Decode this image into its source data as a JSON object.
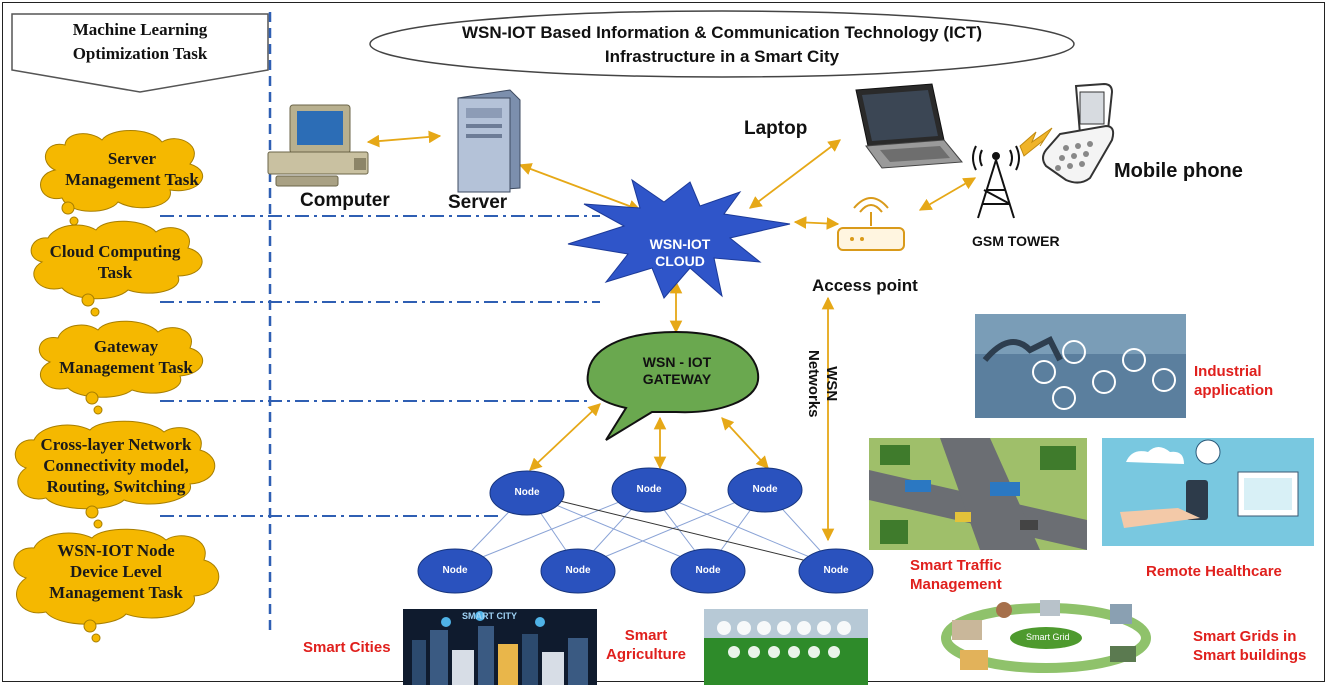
{
  "header": {
    "ml_box": "Machine Learning Optimization Task",
    "ml_line1": "Machine Learning",
    "ml_line2": "Optimization Task",
    "title_line1": "WSN-IOT Based Information & Communication Technology (ICT)",
    "title_line2": "Infrastructure in a  Smart City"
  },
  "ml_tasks": [
    {
      "line1": "Server",
      "line2": "Management Task",
      "line3": ""
    },
    {
      "line1": "Cloud Computing",
      "line2": "Task",
      "line3": ""
    },
    {
      "line1": "Gateway",
      "line2": "Management Task",
      "line3": ""
    },
    {
      "line1": "Cross-layer Network",
      "line2": "Connectivity model,",
      "line3": "Routing, Switching"
    },
    {
      "line1": "WSN-IOT Node",
      "line2": "Device Level",
      "line3": "Management Task"
    }
  ],
  "devices": {
    "computer": "Computer",
    "server": "Server",
    "laptop": "Laptop",
    "mobile": "Mobile phone",
    "gsm": "GSM TOWER",
    "access_point": "Access point",
    "wsn_networks_1": "WSN",
    "wsn_networks_2": "Networks"
  },
  "cloud": {
    "line1": "WSN-IOT",
    "line2": "CLOUD"
  },
  "gateway": {
    "line1": "WSN - IOT",
    "line2": "GATEWAY"
  },
  "node_label": "Node",
  "applications": {
    "industrial_1": "Industrial",
    "industrial_2": "application",
    "traffic_1": "Smart Traffic",
    "traffic_2": "Management",
    "healthcare": "Remote Healthcare",
    "grids_1": "Smart Grids in",
    "grids_2": "Smart buildings",
    "cities": "Smart Cities",
    "agri_1": "Smart",
    "agri_2": "Agriculture",
    "smart_city_sign": "SMART CITY",
    "smart_grid_sign": "Smart Grid"
  },
  "colors": {
    "task_cloud": "#f5b800",
    "cloud_star": "#2f55c9",
    "gateway": "#6aa84f",
    "node": "#2a52be",
    "dash_line": "#2f5fb3",
    "arrow": "#f0b429",
    "app_label": "#e0201d"
  }
}
